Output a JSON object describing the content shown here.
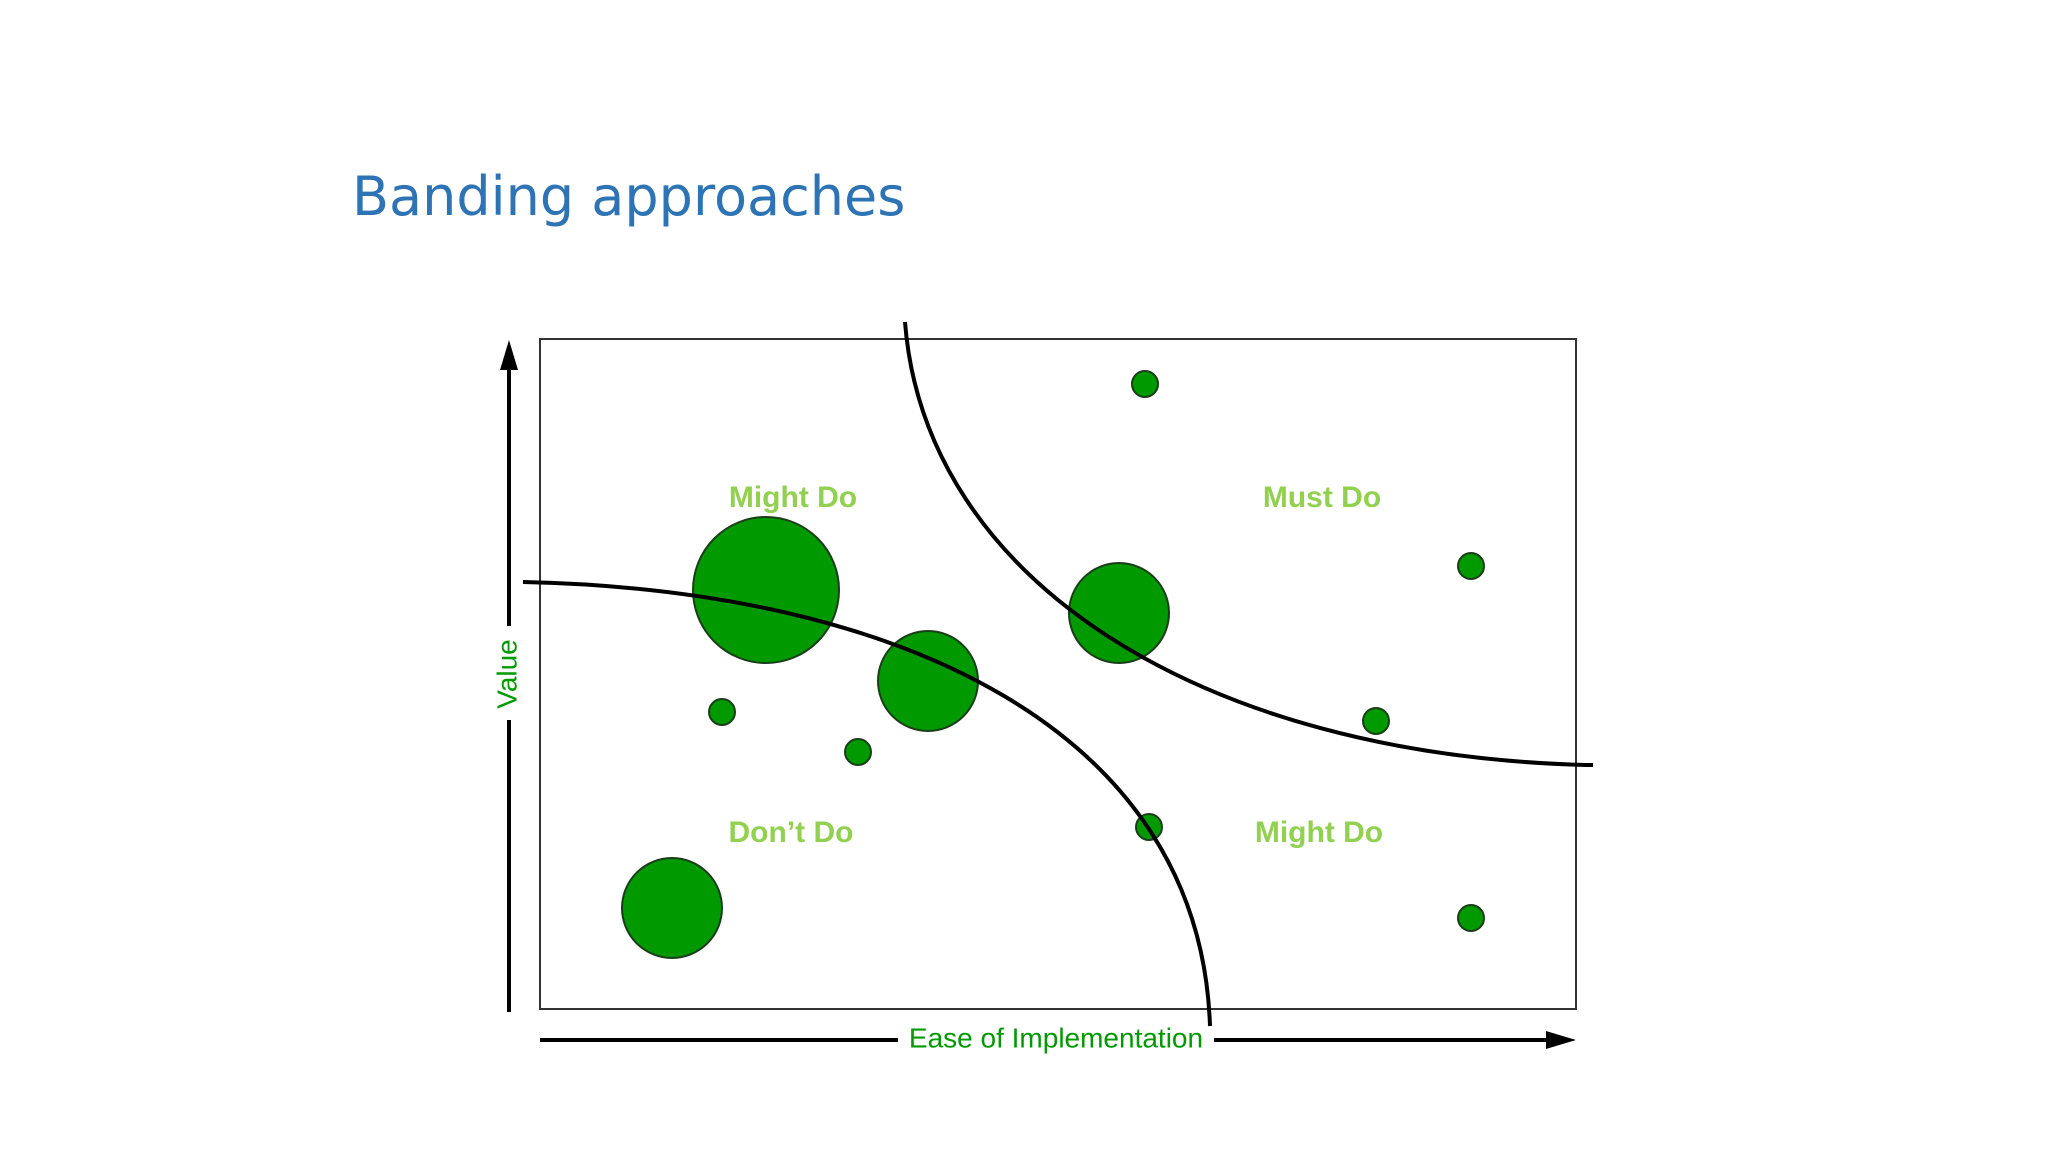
{
  "slide": {
    "title": "Banding approaches"
  },
  "diagram": {
    "axes": {
      "x_label": "Ease of Implementation",
      "y_label": "Value"
    },
    "regions": [
      {
        "id": "might-do-top-left",
        "label": "Might Do"
      },
      {
        "id": "must-do",
        "label": "Must Do"
      },
      {
        "id": "dont-do",
        "label": "Don’t Do"
      },
      {
        "id": "might-do-bottom-right",
        "label": "Might Do"
      }
    ],
    "colors": {
      "title": "#2e74b5",
      "bubble_fill": "#009a00",
      "bubble_stroke": "#1a3d1a",
      "region_label": "#92d050",
      "axis_label": "#009a00",
      "lines": "#000000"
    }
  }
}
